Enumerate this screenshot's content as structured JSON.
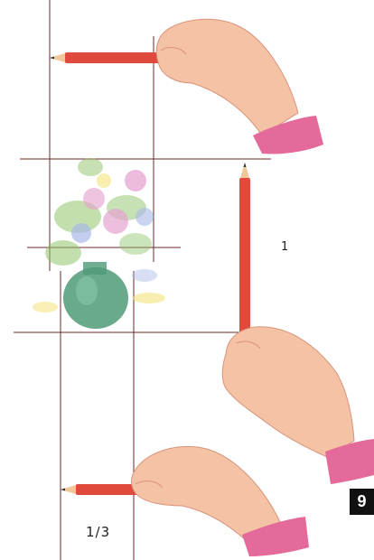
{
  "labels": {
    "whole": "1",
    "third": "1/3"
  },
  "figure_number": "9",
  "colors": {
    "guide_line": "#6b2a2a",
    "pencil_body": "#e04a3c",
    "pencil_wood": "#f1c79a",
    "skin": "#f4c2a4",
    "skin_shadow": "#d9937a",
    "cuff": "#e36a9a",
    "vase": "#4f9a78",
    "leaf": "#8fc46a",
    "flower_pink": "#e6a4d0",
    "flower_blue": "#a8b8e8",
    "flower_yellow": "#f3e27a"
  },
  "icons": [
    "hand-holding-pencil-horizontal",
    "hand-holding-pencil-vertical",
    "flower-vase-painting"
  ]
}
